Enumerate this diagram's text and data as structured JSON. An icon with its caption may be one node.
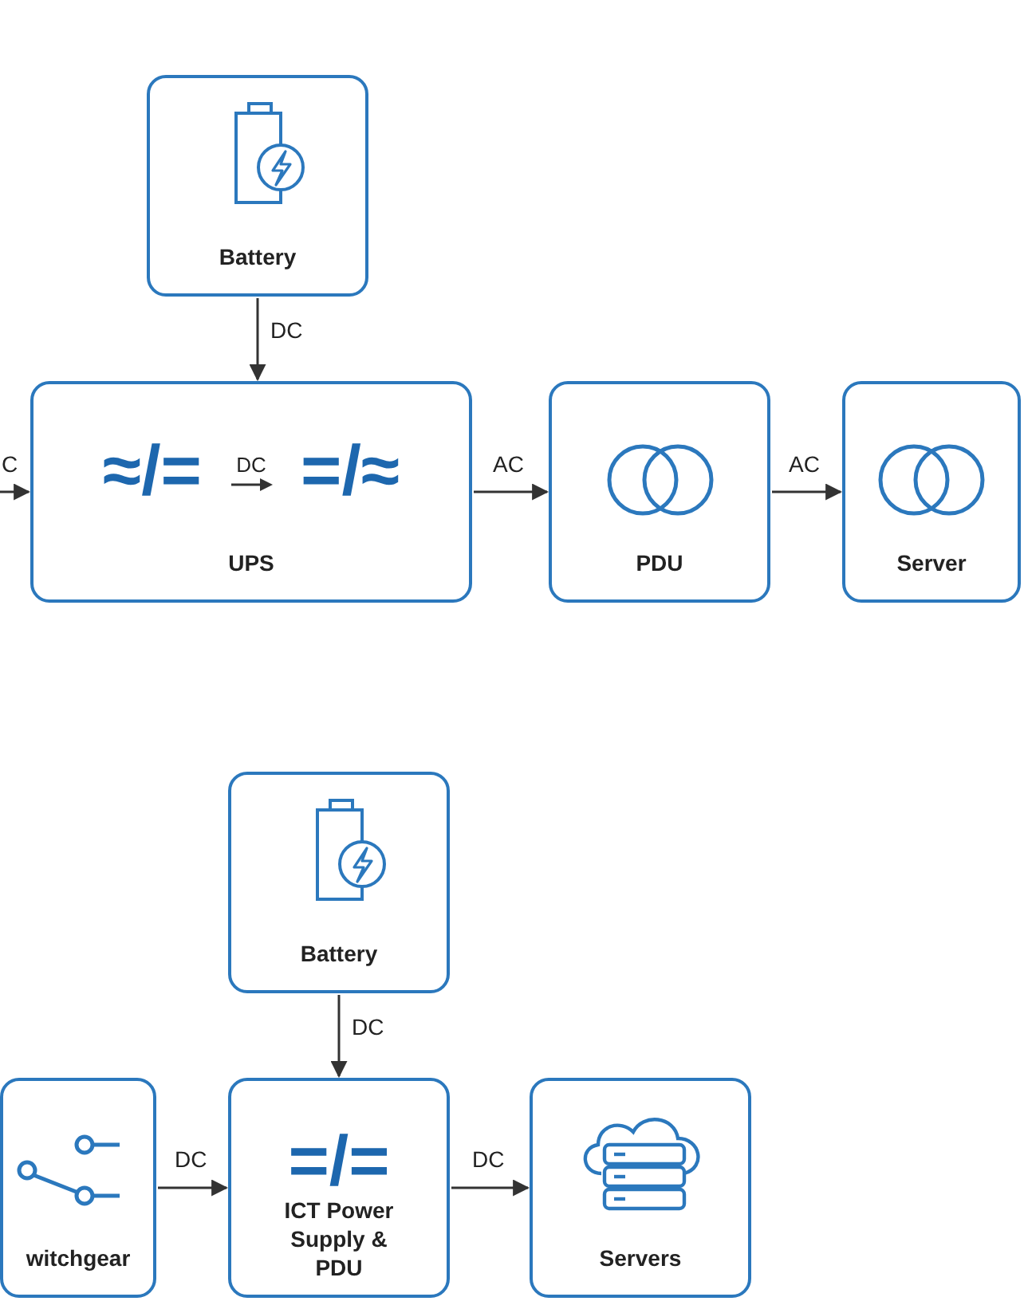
{
  "diagram": {
    "nodes": [
      {
        "text": [
          "Battery"
        ]
      },
      {
        "text": [
          "≈/=",
          "DC",
          "=/≈",
          "UPS"
        ]
      },
      {
        "text": [
          "PDU"
        ]
      },
      {
        "text": [
          "Server"
        ]
      },
      {
        "text": [
          "Battery"
        ]
      },
      {
        "text": [
          "witchgear"
        ]
      },
      {
        "text": [
          "=/=",
          "ICT Power Supply & PDU"
        ]
      },
      {
        "text": [
          "Servers"
        ]
      }
    ],
    "edges": [
      {
        "from": 0,
        "to": 1,
        "label": "DC",
        "arrow": "to"
      },
      {
        "from": null,
        "to": 1,
        "label": "C",
        "arrow": "to"
      },
      {
        "from": 1,
        "to": 2,
        "label": "AC",
        "arrow": "to"
      },
      {
        "from": 2,
        "to": 3,
        "label": "AC",
        "arrow": "to"
      },
      {
        "from": 4,
        "to": 6,
        "label": "DC",
        "arrow": "to"
      },
      {
        "from": 5,
        "to": 6,
        "label": "DC",
        "arrow": "to"
      },
      {
        "from": 6,
        "to": 7,
        "label": "DC",
        "arrow": "to"
      }
    ]
  }
}
